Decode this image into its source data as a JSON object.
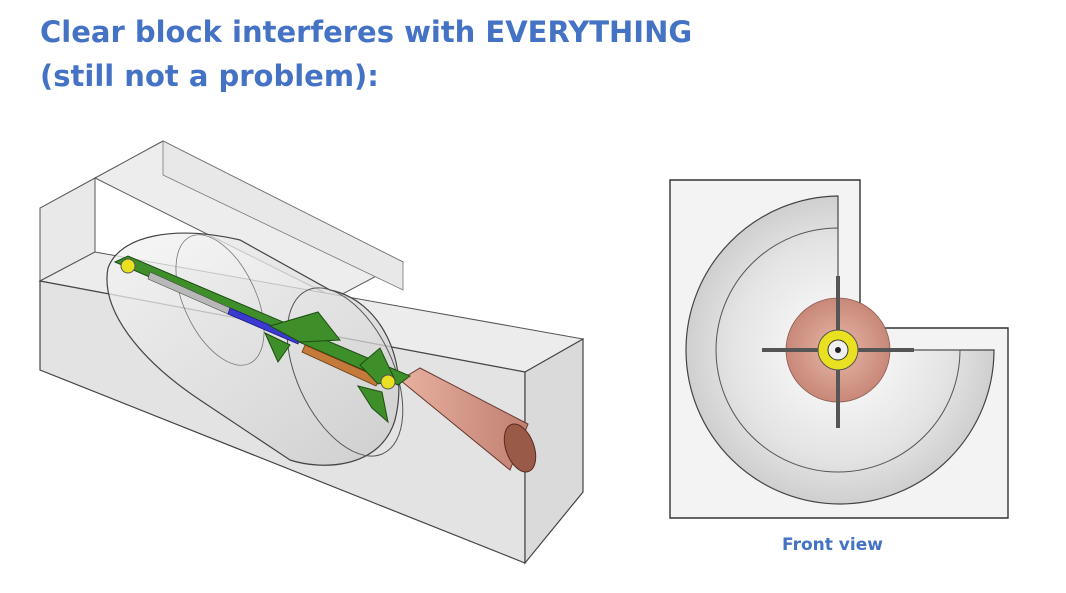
{
  "slide": {
    "title_line1": "Clear block interferes with EVERYTHING",
    "title_line2": "(still not a problem):",
    "front_view_caption": "Front view"
  },
  "colors": {
    "title": "#4472c4",
    "block_face": "#e6e6e6",
    "block_edge": "#444444",
    "fin_green": "#3e8e2a",
    "core_blue": "#3a3ad0",
    "core_orange": "#c47a3a",
    "plume_pink": "#d89a8a",
    "yellow": "#e8e020"
  }
}
